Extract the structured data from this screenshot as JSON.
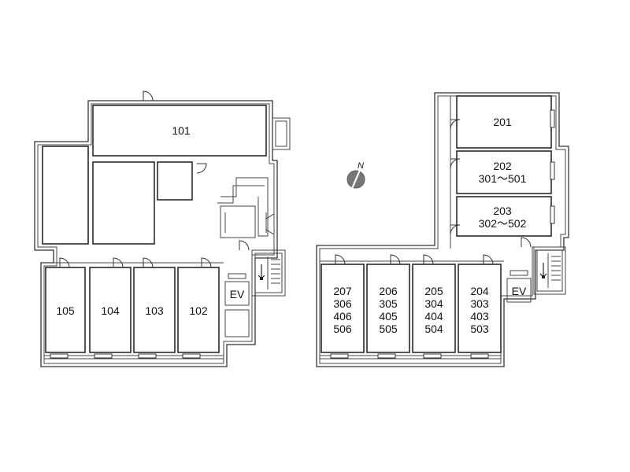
{
  "compass": {
    "label": "N"
  },
  "west_building": {
    "units": [
      {
        "id": "101",
        "lines": [
          "101"
        ]
      },
      {
        "id": "105",
        "lines": [
          "105"
        ]
      },
      {
        "id": "104",
        "lines": [
          "104"
        ]
      },
      {
        "id": "103",
        "lines": [
          "103"
        ]
      },
      {
        "id": "102",
        "lines": [
          "102"
        ]
      }
    ],
    "elevator": "EV"
  },
  "east_building": {
    "units": [
      {
        "id": "201",
        "lines": [
          "201"
        ]
      },
      {
        "id": "202",
        "lines": [
          "202",
          "301～501"
        ]
      },
      {
        "id": "203",
        "lines": [
          "203",
          "302～502"
        ]
      },
      {
        "id": "207",
        "lines": [
          "207",
          "306",
          "406",
          "506"
        ]
      },
      {
        "id": "206",
        "lines": [
          "206",
          "305",
          "405",
          "505"
        ]
      },
      {
        "id": "205",
        "lines": [
          "205",
          "304",
          "404",
          "504"
        ]
      },
      {
        "id": "204",
        "lines": [
          "204",
          "303",
          "403",
          "503"
        ]
      }
    ],
    "elevator": "EV"
  }
}
